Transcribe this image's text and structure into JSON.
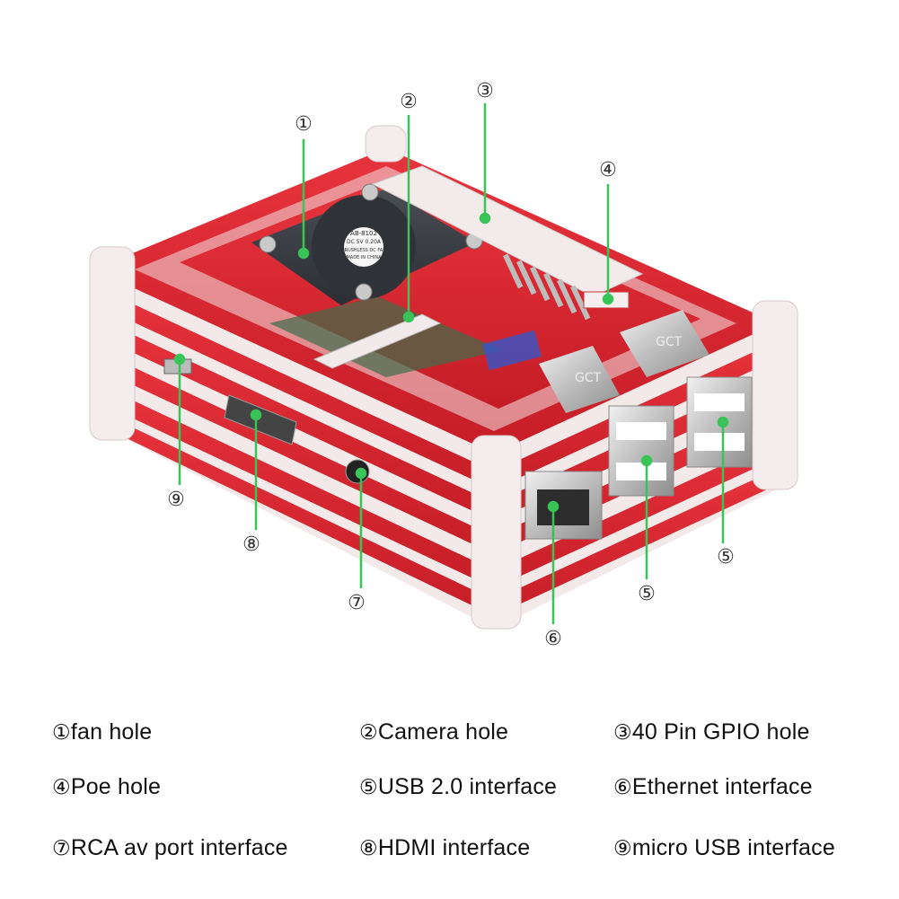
{
  "diagram": {
    "callouts": [
      {
        "id": "1",
        "mark": "①"
      },
      {
        "id": "2",
        "mark": "②"
      },
      {
        "id": "3",
        "mark": "③"
      },
      {
        "id": "4",
        "mark": "④"
      },
      {
        "id": "5a",
        "mark": "⑤"
      },
      {
        "id": "5b",
        "mark": "⑤"
      },
      {
        "id": "6",
        "mark": "⑥"
      },
      {
        "id": "7",
        "mark": "⑦"
      },
      {
        "id": "8",
        "mark": "⑧"
      },
      {
        "id": "9",
        "mark": "⑨"
      }
    ],
    "fan_label": {
      "line1": "AB-8102",
      "line2": "DC 5V 0.20A",
      "line3": "BRUSHLESS DC FAN",
      "line4": "MADE IN CHINA"
    },
    "port_labels": {
      "usb_top_left": "GCT",
      "usb_top_right": "GCT"
    },
    "legend": [
      {
        "mark": "①",
        "text": "fan hole"
      },
      {
        "mark": "②",
        "text": "Camera hole"
      },
      {
        "mark": "③",
        "text": "40 Pin GPIO hole"
      },
      {
        "mark": "④",
        "text": "Poe hole"
      },
      {
        "mark": "⑤",
        "text": "USB 2.0 interface"
      },
      {
        "mark": "⑥",
        "text": "Ethernet interface"
      },
      {
        "mark": "⑦",
        "text": "RCA av port  interface"
      },
      {
        "mark": "⑧",
        "text": "HDMI interface"
      },
      {
        "mark": "⑨",
        "text": "micro USB interface"
      }
    ]
  },
  "colors": {
    "case_red": "#d9252f",
    "case_clear": "#f4eaea",
    "callout_line": "#39c457",
    "text": "#111111"
  }
}
